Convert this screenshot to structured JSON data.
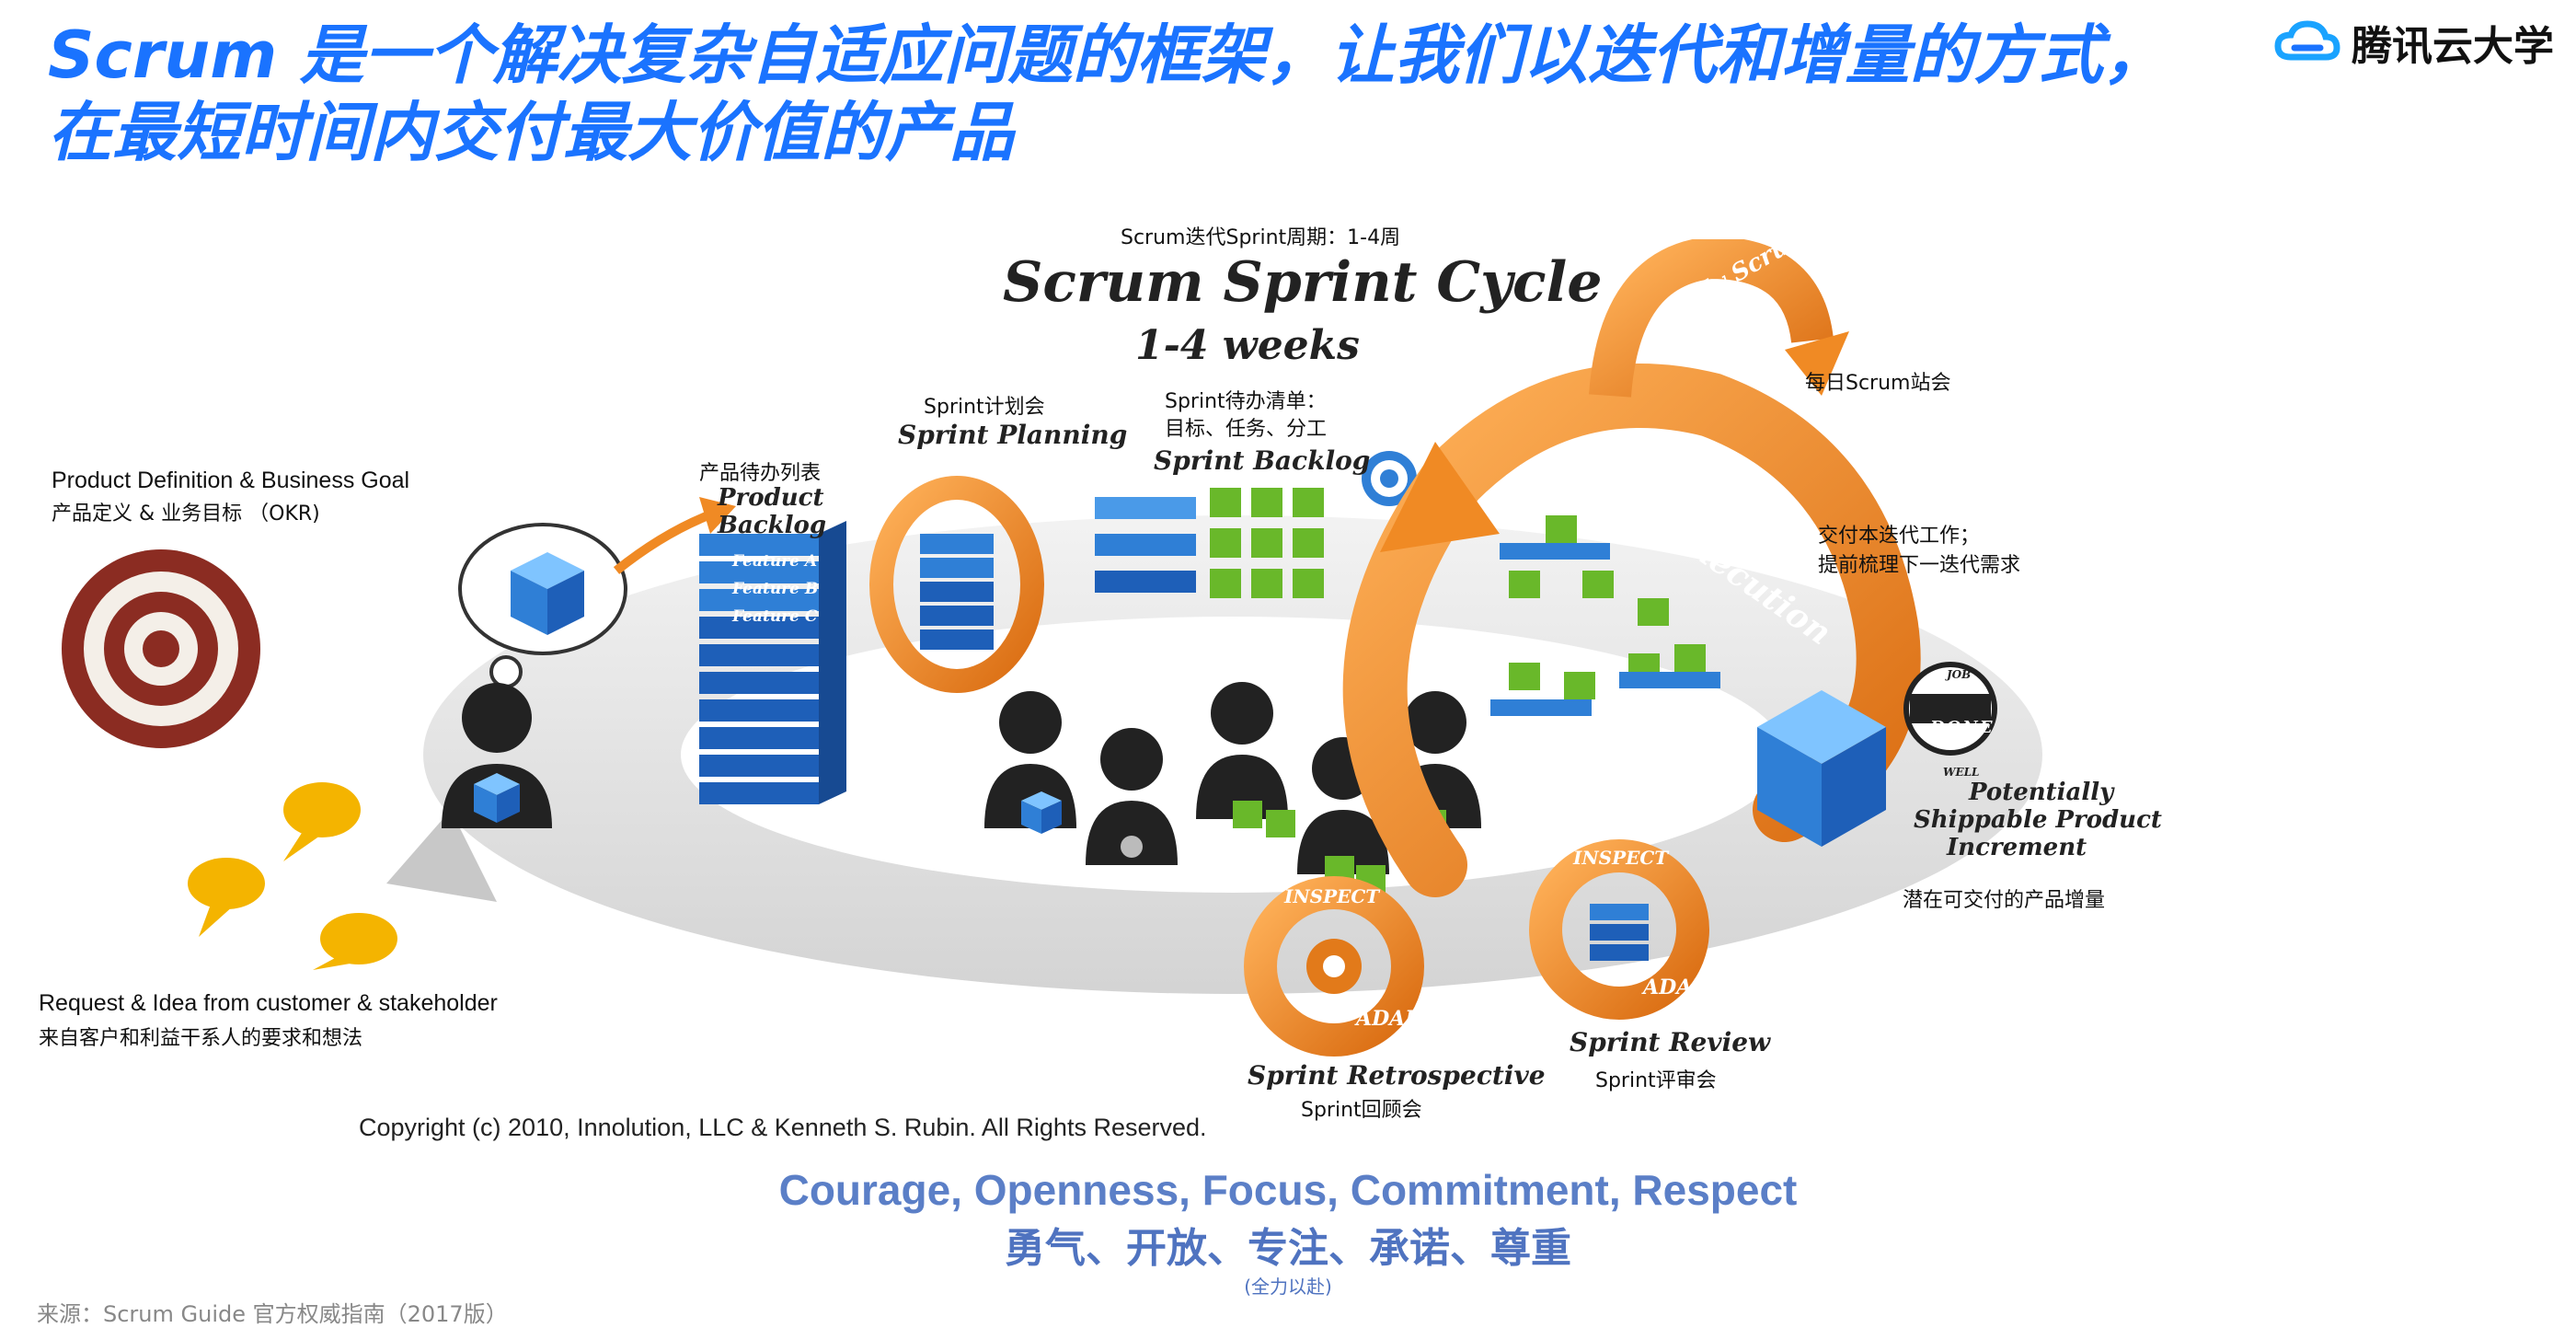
{
  "header": {
    "title_line1": "Scrum 是一个解决复杂自适应问题的框架，让我们以迭代和增量的方式，",
    "title_line2": "在最短时间内交付最大价值的产品",
    "brand_name": "腾讯云大学"
  },
  "diagram": {
    "sprint_period_label": "Scrum迭代Sprint周期：1-4周",
    "cycle_title": "Scrum Sprint Cycle",
    "cycle_subtitle": "1-4 weeks",
    "product_definition_en": "Product Definition & Business Goal",
    "product_definition_cn": "产品定义 & 业务目标 （OKR)",
    "request_en": "Request & Idea from customer & stakeholder",
    "request_cn": "来自客户和利益干系人的要求和想法",
    "product_backlog_cn": "产品待办列表",
    "product_backlog_en_1": "Product",
    "product_backlog_en_2": "Backlog",
    "features": [
      "Feature A",
      "Feature B",
      "Feature C"
    ],
    "sprint_planning_cn": "Sprint计划会",
    "sprint_planning_en": "Sprint Planning",
    "sprint_backlog_cn_1": "Sprint待办清单：",
    "sprint_backlog_cn_2": "目标、任务、分工",
    "sprint_backlog_en": "Sprint Backlog",
    "daily_scrum_en": "Daily Scrum",
    "daily_scrum_cn": "每日Scrum站会",
    "sprint_execution_en": "Sprint Execution",
    "execution_cn_1": "交付本迭代工作；",
    "execution_cn_2": "提前梳理下一迭代需求",
    "done_stamp": "DONE",
    "job_label_top": "JOB",
    "job_label_bottom": "WELL",
    "increment_en_1": "Potentially",
    "increment_en_2": "Shippable Product",
    "increment_en_3": "Increment",
    "increment_cn": "潜在可交付的产品增量",
    "inspect_label": "INSPECT",
    "adapt_label": "ADAPT",
    "retrospective_en": "Sprint Retrospective",
    "retrospective_cn": "Sprint回顾会",
    "review_en": "Sprint Review",
    "review_cn": "Sprint评审会",
    "copyright": "Copyright (c) 2010, Innolution, LLC & Kenneth S. Rubin. All Rights Reserved."
  },
  "values": {
    "en": "Courage, Openness, Focus, Commitment, Respect",
    "cn": "勇气、开放、专注、承诺、尊重",
    "note": "(全力以赴)"
  },
  "footer": {
    "source": "来源：Scrum Guide 官方权威指南（2017版）"
  },
  "colors": {
    "title_blue": "#1a73ff",
    "orange": "#f08a24",
    "cube_blue": "#2f7fd6",
    "cube_green": "#69b82a",
    "target_red": "#8b2c22",
    "bubble_yellow": "#f4b400",
    "value_blue": "#5b7fc7"
  }
}
